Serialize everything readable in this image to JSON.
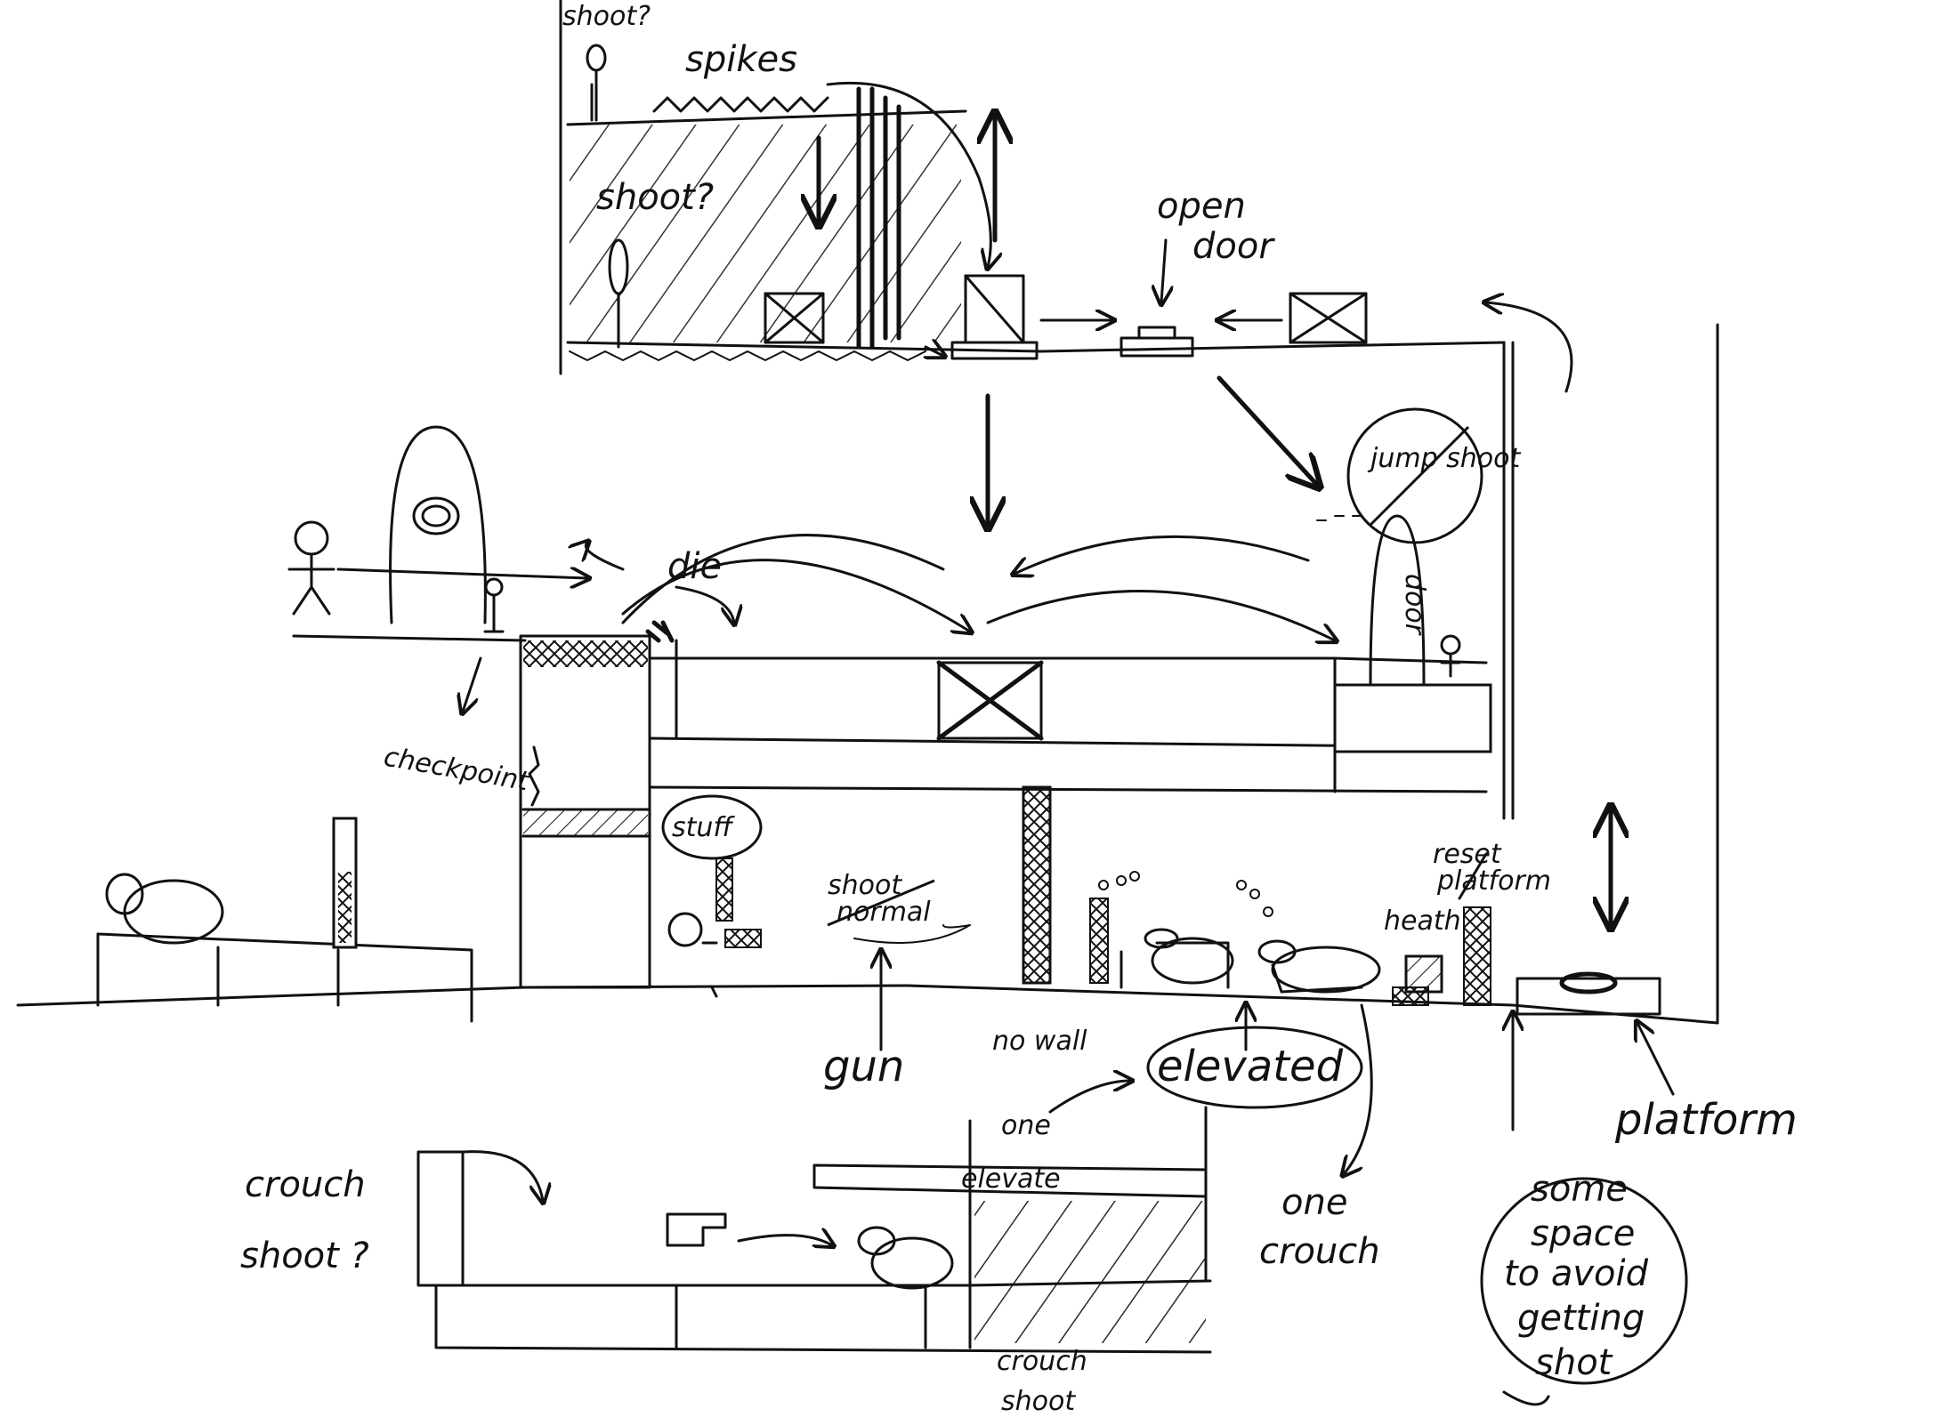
{
  "sketch": {
    "labels": {
      "shoot_top": "shoot?",
      "spikes": "spikes",
      "shoot_left": "shoot?",
      "open_door": "open",
      "open_door_2": "door",
      "jump_shoot": "jump shoot",
      "die": "die",
      "door": "door",
      "checkpoint": "checkpoint",
      "stuff": "stuff",
      "shoot_normal_1": "shoot",
      "shoot_normal_2": "normal",
      "gun": "gun",
      "no_wall": "no wall",
      "elevated": "elevated",
      "reset_platform_1": "reset",
      "reset_platform_2": "platform",
      "health": "heath",
      "platform": "platform",
      "crouch_shoot_left_1": "crouch",
      "crouch_shoot_left_2": "shoot ?",
      "one_elevate_1": "one",
      "one_elevate_2": "elevate",
      "one_crouch_1": "one",
      "one_crouch_2": "crouch",
      "crouch_shoot_bottom_1": "crouch",
      "crouch_shoot_bottom_2": "shoot",
      "space_1": "some",
      "space_2": "space",
      "space_3": "to avoid",
      "space_4": "getting",
      "space_5": "shot"
    }
  }
}
